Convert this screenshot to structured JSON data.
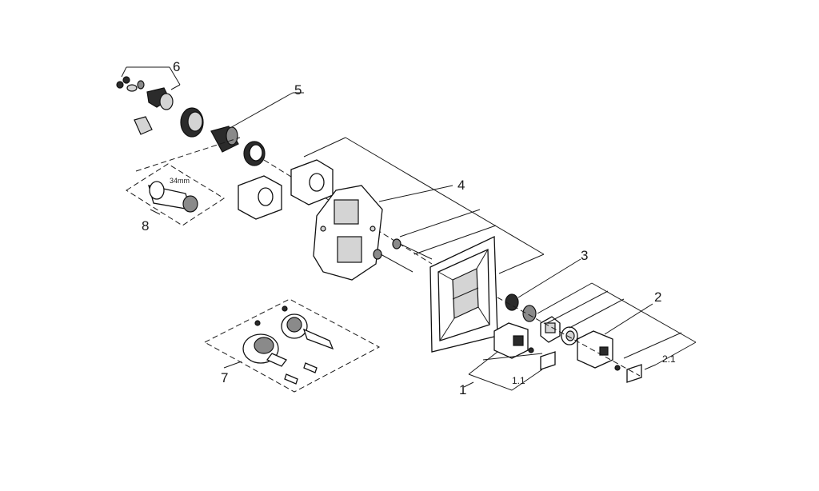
{
  "diagram": {
    "labels": {
      "p1": "1",
      "p1_1": "1.1",
      "p2": "2",
      "p2_1": "2.1",
      "p3": "3",
      "p4": "4",
      "p5": "5",
      "p6": "6",
      "p7": "7",
      "p8": "8",
      "tool_dimension": "34mm"
    }
  }
}
